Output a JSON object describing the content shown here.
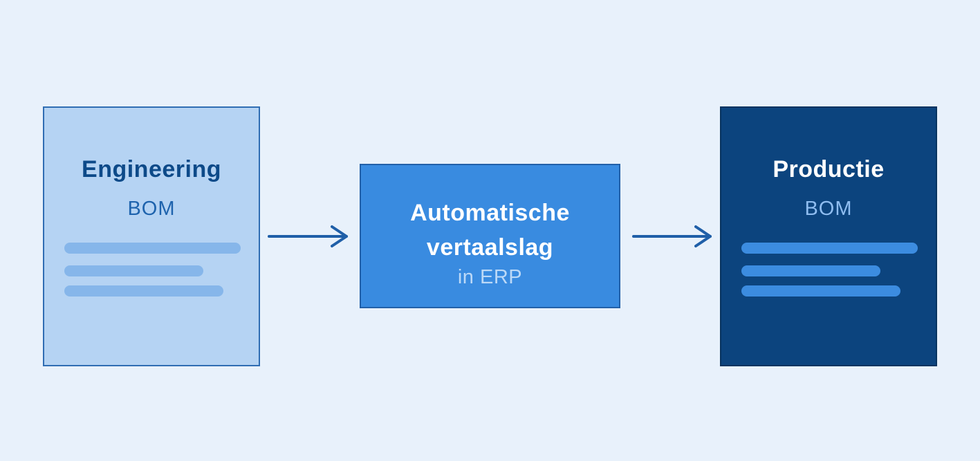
{
  "diagram": {
    "nodes": [
      {
        "id": "engineering",
        "title": "Engineering",
        "subtitle": "BOM"
      },
      {
        "id": "translation",
        "title_line1": "Automatische",
        "title_line2": "vertaalslag",
        "subtitle": "in ERP"
      },
      {
        "id": "production",
        "title": "Productie",
        "subtitle": "BOM"
      }
    ],
    "edges": [
      {
        "from": "engineering",
        "to": "translation"
      },
      {
        "from": "translation",
        "to": "production"
      }
    ]
  },
  "colors": {
    "background": "#e8f1fb",
    "engineering_fill": "#b5d3f3",
    "translation_fill": "#398be0",
    "production_fill": "#0c447e",
    "arrow": "#1f5fa8"
  }
}
